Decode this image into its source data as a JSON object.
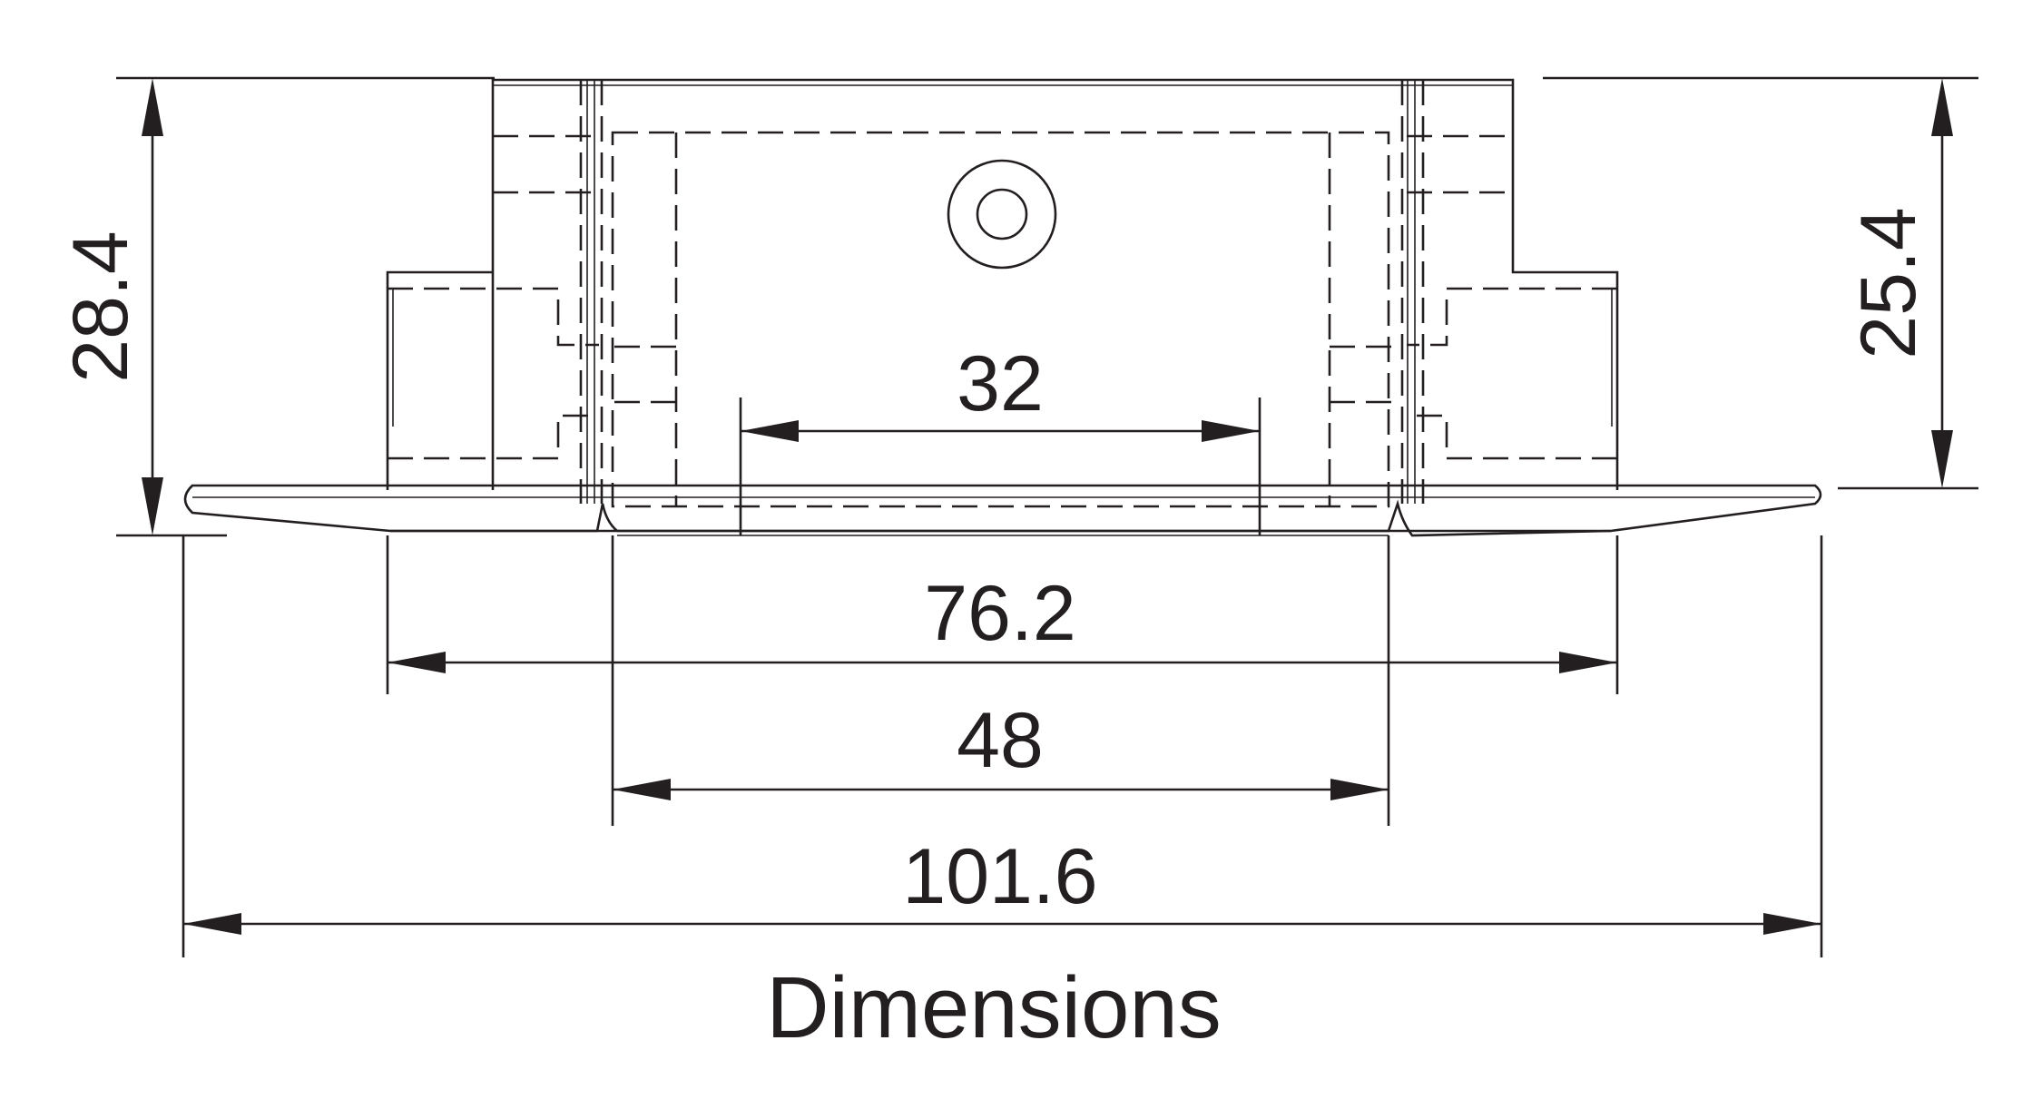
{
  "dimensions": {
    "overall_height": "28.4",
    "body_height": "25.4",
    "inner_span": "32",
    "body_width": "76.2",
    "opening_width": "48",
    "flange_width": "101.6"
  },
  "caption": "Dimensions",
  "colors": {
    "line": "#231f20",
    "background": "#ffffff"
  }
}
